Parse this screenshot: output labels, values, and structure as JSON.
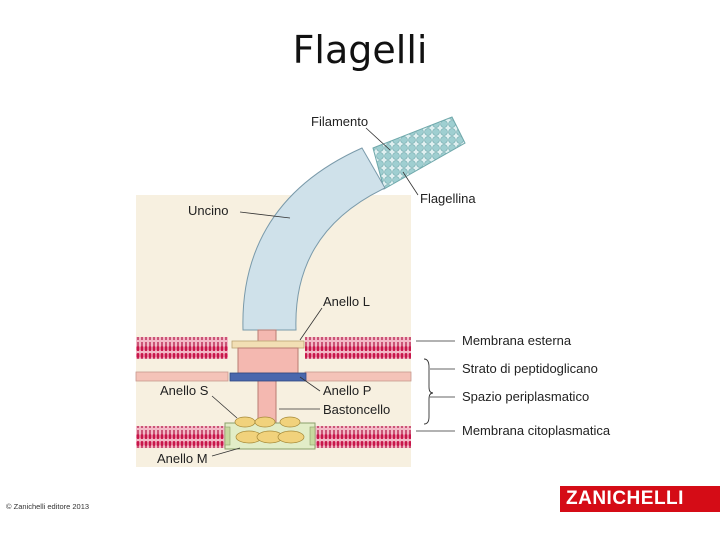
{
  "title": "Flagelli",
  "labels": {
    "filamento": "Filamento",
    "flagellina": "Flagellina",
    "uncino": "Uncino",
    "anello_l": "Anello L",
    "membrana_esterna": "Membrana esterna",
    "strato_peptidoglicano": "Strato di peptidoglicano",
    "anello_s": "Anello S",
    "anello_p": "Anello P",
    "spazio_periplasmatico": "Spazio periplasmatico",
    "bastoncello": "Bastoncello",
    "membrana_citoplasmatica": "Membrana citoplasmatica",
    "anello_m": "Anello M"
  },
  "footer": {
    "copyright": "© Zanichelli editore 2013",
    "logo": "ZANICHELLI"
  },
  "colors": {
    "membrane": "#c8154a",
    "peptidoglycan": "#f4c3b8",
    "hook": "#cfe1ea",
    "filament": "#a9d3d5",
    "ring_p": "#4a67ad",
    "ring_l": "#f2dfb4",
    "rod": "#f4b8b0",
    "logo": "#d50c16"
  }
}
